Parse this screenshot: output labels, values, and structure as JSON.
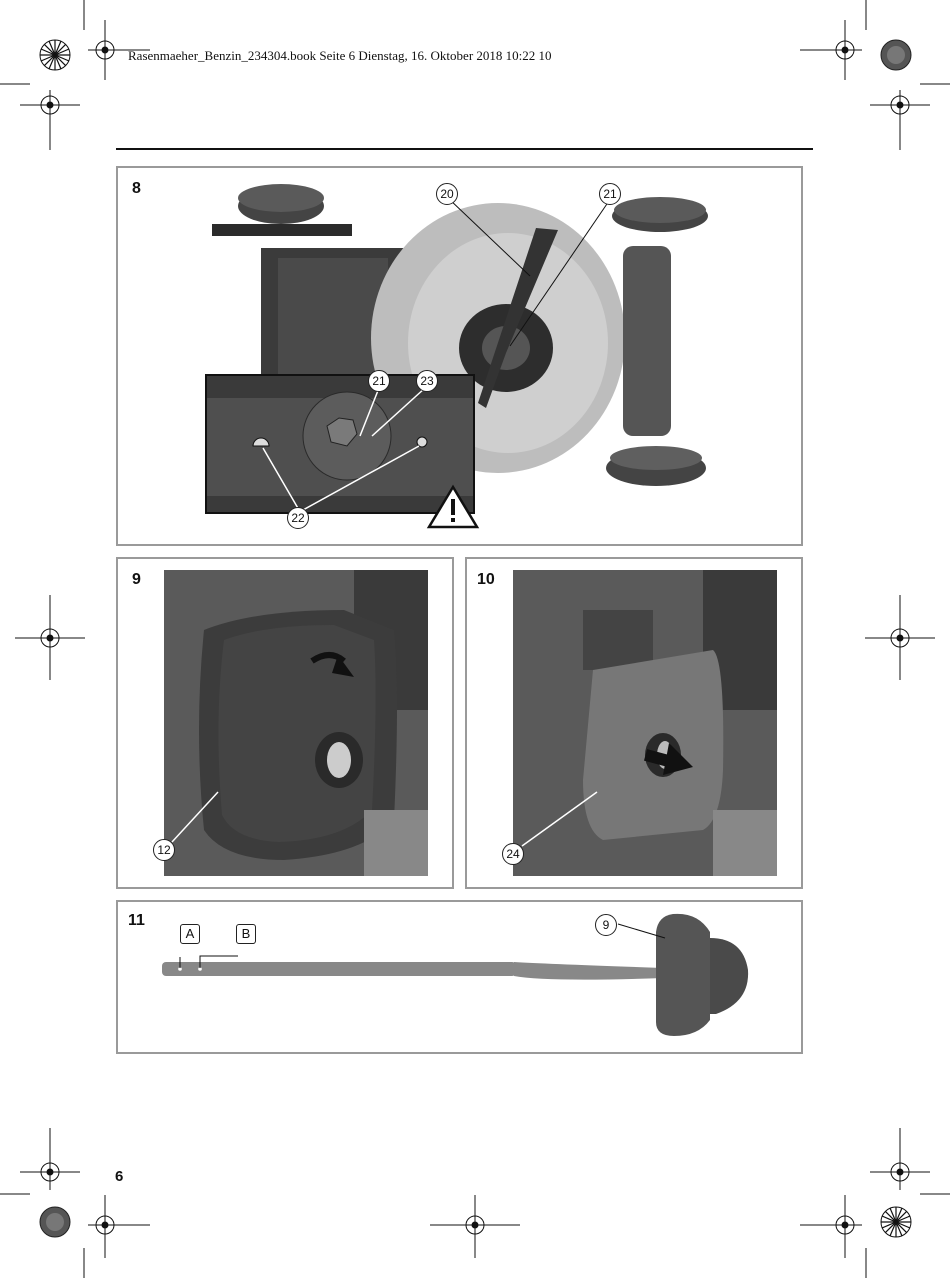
{
  "header": {
    "running_head": "Rasenmaeher_Benzin_234304.book  Seite 6  Dienstag, 16. Oktober 2018  10:22 10"
  },
  "figures": {
    "fig8": {
      "number": "8",
      "callouts": [
        "20",
        "21",
        "21",
        "23",
        "22"
      ],
      "warning_icon": "warning-triangle-icon"
    },
    "fig9": {
      "number": "9",
      "callouts": [
        "12"
      ],
      "arrow_icon": "curved-arrow-icon"
    },
    "fig10": {
      "number": "10",
      "callouts": [
        "24"
      ],
      "arrow_icon": "right-arrow-icon"
    },
    "fig11": {
      "number": "11",
      "labels": [
        "A",
        "B"
      ],
      "callouts": [
        "9"
      ]
    }
  },
  "footer": {
    "page_number": "6"
  },
  "colors": {
    "panel_border": "#9a9a9a",
    "photo_dark": "#3d3d3d",
    "photo_light": "#bdbdbd"
  }
}
